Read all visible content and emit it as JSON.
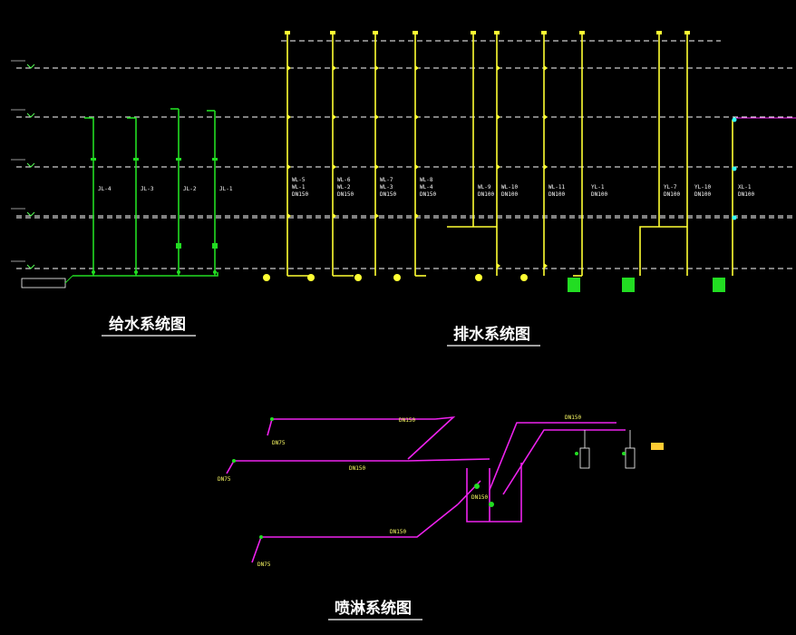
{
  "titles": {
    "water_supply": "给水系统图",
    "drainage": "排水系统图",
    "sprinkler": "喷淋系统图"
  },
  "colors": {
    "background": "#000000",
    "level_line": "#ffffff",
    "water_supply_pipe": "#22dd22",
    "drainage_pipe": "#ffff33",
    "sprinkler_pipe": "#ee22ee",
    "cyan_marker": "#33ffff"
  },
  "water_supply": {
    "risers": [
      {
        "label": "JL-4"
      },
      {
        "label": "JL-3"
      },
      {
        "label": "JL-2"
      },
      {
        "label": "JL-1"
      }
    ]
  },
  "drainage": {
    "risers": [
      {
        "label1": "WL-5",
        "label2": "WL-1",
        "size": "DN150"
      },
      {
        "label1": "WL-6",
        "label2": "WL-2",
        "size": "DN150"
      },
      {
        "label1": "WL-7",
        "label2": "WL-3",
        "size": "DN150"
      },
      {
        "label1": "WL-8",
        "label2": "WL-4",
        "size": "DN150"
      },
      {
        "label1": "WL-9",
        "label2": "",
        "size": "DN100"
      },
      {
        "label1": "WL-10",
        "label2": "",
        "size": "DN100"
      },
      {
        "label1": "WL-11",
        "label2": "",
        "size": "DN100"
      },
      {
        "label1": "YL-1",
        "label2": "",
        "size": "DN100"
      },
      {
        "label1": "YL-7",
        "label2": "",
        "size": "DN100"
      },
      {
        "label1": "YL-10",
        "label2": "",
        "size": "DN100"
      },
      {
        "label1": "XL-1",
        "label2": "",
        "size": "DN100"
      }
    ]
  },
  "sprinkler": {
    "sizes": [
      "DN150",
      "DN150",
      "DN150",
      "DN150",
      "DN150",
      "DN75",
      "DN75",
      "DN75"
    ]
  }
}
